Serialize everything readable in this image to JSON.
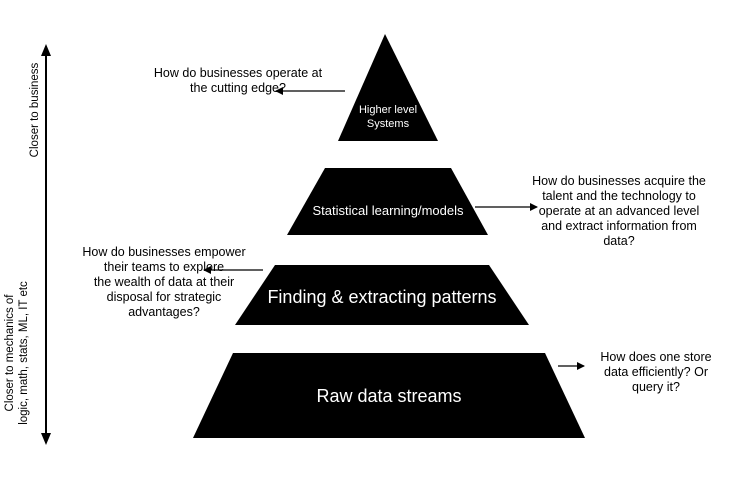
{
  "tiers": {
    "top": "Higher level\nSystems",
    "second": "Statistical learning/models",
    "third": "Finding & extracting patterns",
    "bottom": "Raw data streams"
  },
  "questions": {
    "top": "How do businesses operate at\nthe cutting edge?",
    "second": "How do businesses acquire the\ntalent and the technology to\noperate at an advanced level\nand extract information from\ndata?",
    "third": "How do businesses empower\ntheir teams to explore\nthe wealth of data at their\ndisposal for strategic\nadvantages?",
    "bottom": "How does one store\ndata efficiently? Or\nquery it?"
  },
  "axis": {
    "top_label": "Closer to business",
    "bottom_label": "Closer to mechanics of\nlogic, math, stats, ML, IT etc"
  },
  "colors": {
    "tier_fill": "#000000",
    "tier_text": "#ffffff",
    "line": "#000000",
    "background": "#ffffff"
  }
}
